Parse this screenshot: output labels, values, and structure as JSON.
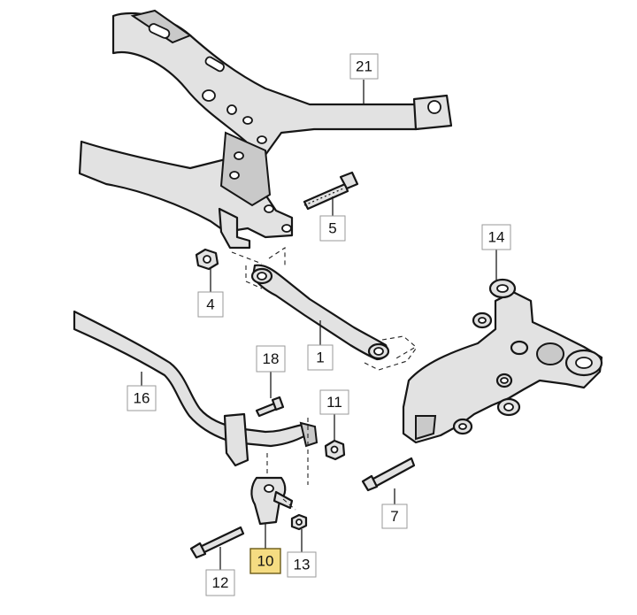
{
  "callouts": {
    "c21": "21",
    "c5": "5",
    "c4": "4",
    "c14": "14",
    "c1": "1",
    "c18": "18",
    "c16": "16",
    "c11": "11",
    "c7": "7",
    "c10": "10",
    "c13": "13",
    "c12": "12"
  },
  "highlighted_callout": "10",
  "colors": {
    "highlight_fill": "#f5dc82",
    "part_fill": "#e2e2e2",
    "outline": "#161616"
  }
}
